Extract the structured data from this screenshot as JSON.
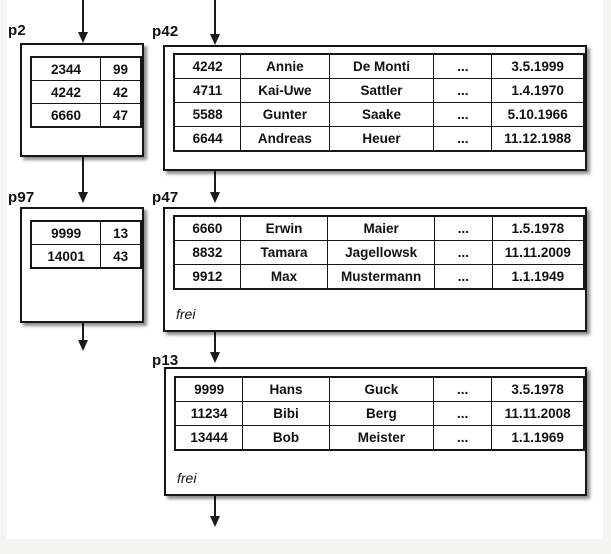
{
  "figure": {
    "kind": "database-page-diagram",
    "colors": {
      "background": "#ffffff",
      "line": "#1c1c1c",
      "page_edge": "#f5f5f3"
    }
  },
  "links": [
    {
      "from": "top",
      "to": "p2"
    },
    {
      "from": "top",
      "to": "p42"
    },
    {
      "from": "p2",
      "to": "p97"
    },
    {
      "from": "p42",
      "to": "p47"
    },
    {
      "from": "p97",
      "to": "next"
    },
    {
      "from": "p47",
      "to": "p13"
    },
    {
      "from": "p13",
      "to": "next"
    }
  ],
  "pages": {
    "p2": {
      "label": "p2",
      "rows": [
        [
          "2344",
          "99"
        ],
        [
          "4242",
          "42"
        ],
        [
          "6660",
          "47"
        ]
      ]
    },
    "p97": {
      "label": "p97",
      "rows": [
        [
          "9999",
          "13"
        ],
        [
          "14001",
          "43"
        ]
      ]
    },
    "p42": {
      "label": "p42",
      "rows": [
        [
          "4242",
          "Annie",
          "De Monti",
          "...",
          "3.5.1999"
        ],
        [
          "4711",
          "Kai-Uwe",
          "Sattler",
          "...",
          "1.4.1970"
        ],
        [
          "5588",
          "Gunter",
          "Saake",
          "...",
          "5.10.1966"
        ],
        [
          "6644",
          "Andreas",
          "Heuer",
          "...",
          "11.12.1988"
        ]
      ]
    },
    "p47": {
      "label": "p47",
      "free_label": "frei",
      "rows": [
        [
          "6660",
          "Erwin",
          "Maier",
          "...",
          "1.5.1978"
        ],
        [
          "8832",
          "Tamara",
          "Jagellowsk",
          "...",
          "11.11.2009"
        ],
        [
          "9912",
          "Max",
          "Mustermann",
          "...",
          "1.1.1949"
        ]
      ]
    },
    "p13": {
      "label": "p13",
      "free_label": "frei",
      "rows": [
        [
          "9999",
          "Hans",
          "Guck",
          "...",
          "3.5.1978"
        ],
        [
          "11234",
          "Bibi",
          "Berg",
          "...",
          "11.11.2008"
        ],
        [
          "13444",
          "Bob",
          "Meister",
          "...",
          "1.1.1969"
        ]
      ]
    }
  }
}
